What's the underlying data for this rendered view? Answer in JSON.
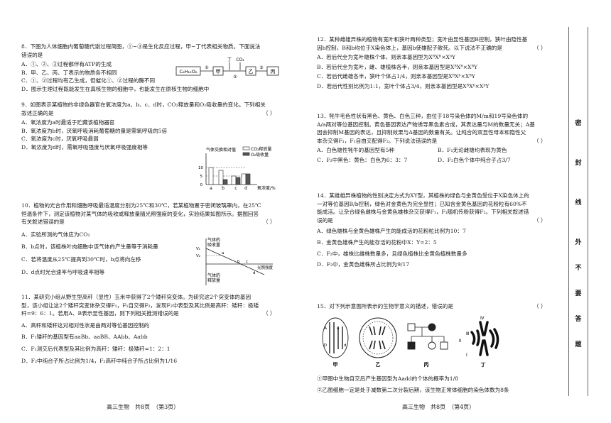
{
  "left_page": {
    "q8": {
      "stem1": "8．下图为人体细胞内葡萄糖代谢过程简图，①~③是生化反应过程，甲~丁代表相关物质。下面说法",
      "stem2": "错误的是",
      "options": [
        "A．①、②、③过程都伴有ATP的生成",
        "B．甲、乙、丙、丁表示的物质各不相同",
        "C．①、②过程均有乙生成，但催化①、②过程的酶不同",
        "D．图示生理过程既能发生在真核生物的细胞中，也能发生在原核生物的细胞中"
      ],
      "diagram": {
        "glucose": "C₆H₁₂O₆",
        "jia": "甲",
        "yi": "乙",
        "bing": "丙",
        "ding": "丁",
        "co2": "CO₂",
        "n1": "①",
        "n2": "②",
        "n3": "③"
      }
    },
    "q9": {
      "stem1": "9．如图表示某植物的非绿色器官在氧浓度为a、b、c、d时，CO₂释放量和O₂吸收量的变化。下列相关",
      "stem2": "叙述正确的是",
      "paren": "（      ）",
      "options": [
        "A．氧浓度为a时最适于贮藏该植物器官",
        "B．氧浓度为b时，厌氧呼吸消耗葡萄糖的量是需氧呼吸的5倍",
        "C．氧浓度为c时，厌氧呼吸最弱",
        "D．氧浓度为d时，需氧呼吸强度与厌氧呼吸强度相等"
      ],
      "chart": {
        "ylabel": "气体交换相对值",
        "legend_co2": "CO₂释放量",
        "legend_o2": "O₂吸收量",
        "xlabel": "氧浓度/%",
        "ticks": [
          "0",
          "5",
          "10"
        ],
        "cats": [
          "a",
          "b",
          "c",
          "d"
        ]
      }
    },
    "q10": {
      "stem1": "10．植物的光合作用和细胞呼吸最适温度分别为25℃和30℃，若某植物置于密闭玻璃罩内，在25℃",
      "stem2": "恒温条件下，测定该植物对某气体的吸收或释放量随光照强度的变化，实验结果如图所示。据图回答",
      "stem3": "有关叙述错误的是",
      "paren": "（      ）",
      "options": [
        "A．实验所测的气体应为CO₂",
        "B．b点时，该植株叶肉细胞中该气体的产生量等于消耗量",
        "C．若将温度从25℃提高到30℃时，b点将向左移",
        "D．d点时光合速率与呼吸速率相等"
      ],
      "chart": {
        "ylabel_top1": "气体的",
        "ylabel_top2": "吸收量",
        "ylabel_bot1": "气体的",
        "ylabel_bot2": "释放量",
        "xlabel": "光照强度",
        "pa": "a",
        "pb": "b",
        "pc": "c",
        "pd": "d",
        "v1": "V₁",
        "v2": "V₂"
      }
    },
    "q11": {
      "stem1": "11．某研究小组从野生型高秆（显性）玉米中获得了2个矮秆突变体。为研究这2个突变体的基因",
      "stem2": "型，该小组让这2个矮秆突变体杂交得F₁，F₁自交得F₂，发现F₂中表型及其比例是高秆：矮秆：极矮",
      "stem3": "秆=9：6：1。若用A、B表示显性基因，则下列相关推测错误的是",
      "paren": "（      ）",
      "options": [
        "A．高秆和矮秆这对相对性状是由两对等位基因控制的",
        "B．F₁矮秆的基因型有aaBb、aaBB、AAbb、Aabb",
        "C．F₁测交后代表型及其比例为高秆：矮秆：极矮秆=1：2：1",
        "D．F₂中纯合子所占比例为1/4，F₂高秆中纯合子所占比例为1/16"
      ]
    },
    "footer": "高三生物　共8页　（第3页）"
  },
  "right_page": {
    "q12": {
      "stem1": "12．某种雌雄异株的植物有宽叶和狭叶两种类型；宽叶由显性基因B控制，狭叶由隐性基",
      "stem2": "因b控制，B和b均位于X染色体上，基因b使雄配子致死。以下说法不正确的是",
      "paren": "（      ）",
      "options": [
        "A．若后代全为宽叶雄株个体，则亲本基因型为XᴮXᴮ×XᵇY",
        "B．若后代全为宽叶，雌、雄植株各半，则亲本基因型是XᴮXᴮ×XᴮY",
        "C．若后代雌雄各半，狭叶个体占1/4，则亲本基因型是XᴮXᵇ×XᴮY",
        "D．若后代性别比例为1:1，宽叶个体占3/4，则亲本基因型是XᴮXᵇ×XᵇY"
      ]
    },
    "q13": {
      "stem1": "13．牦牛毛色性状有黑色、黄色、白色三种，由位于18号染色体的M/m和19号染色体的",
      "stem2": "A/a两对等位基因控制。黄色基因表达产物诱导黑色素合成，其表达量与M的数量无关；A基",
      "stem3": "因会抑制M基因的表达，且抑制效果与A基因的数量有关。让纯合的双显性母本和隐性父",
      "stem4": "本杂交得F₁，F₁自由交配得F₂。下列说法错误的是",
      "paren": "（      ）",
      "options": [
        {
          "a": "A．白色雄性牦牛的基因型有5种",
          "b": "B．F₁无论雌雄均表现为黄色"
        },
        {
          "a": "C．F₂中黑色：黄色：白色为6：3：7",
          "b": "D．F₂白色个体中纯合子占3/7"
        }
      ]
    },
    "q14": {
      "stem1": "14．某雌雄异株植物的性别决定方式为XY型，其植株的绿色与金黄色受位于X染色体上的",
      "stem2": "一对等位基因B/b控制，绿色对金黄色为完全显性；已知含金黄色基因的花粉粒有60%不",
      "stem3": "能成活。让杂合绿色雌株与金黄色雄株杂交获得F₁，F₁随机传粉获得F₂。下列相关叙述错",
      "stem4": "误的是",
      "paren": "（      ）",
      "options": [
        "A．绿色雄株与金黄色雄株产生的能成活的花粉粒比例为10：7",
        "B．金黄色雄株产生的能存活的花粉中X：Y=2：5",
        "C．F₂中，雄株比雌株数量多，且绿色植株比金黄色植株数量多",
        "D．F₂中，金黄色雌株所占比例为9/17"
      ]
    },
    "q15": {
      "stem": "15．对下列示意图所表示的生物学意义的描述，错误的是",
      "paren": "（      ）",
      "options": [
        "①甲图中生物自交后产生基因型为Aadd的个体的概率为1/8",
        "②乙图细胞一定是处于减数第二次分裂后期，该生物正常体细胞的染色体数为8条"
      ],
      "fig_labels": {
        "jia": "甲",
        "yi": "乙",
        "bing": "丙",
        "ding": "丁",
        "gene_A": "A",
        "gene_a": "a",
        "gene_D": "D",
        "gene_d": "d",
        "r1": "Ⅰ",
        "r2": "Ⅱ",
        "r3": "Ⅲ",
        "r4": "Ⅳ"
      }
    },
    "footer": "高三生物　共8页　（第4页）"
  },
  "binding": {
    "chars": [
      "密",
      "封",
      "线",
      "外",
      "不",
      "要",
      "答",
      "题"
    ]
  }
}
